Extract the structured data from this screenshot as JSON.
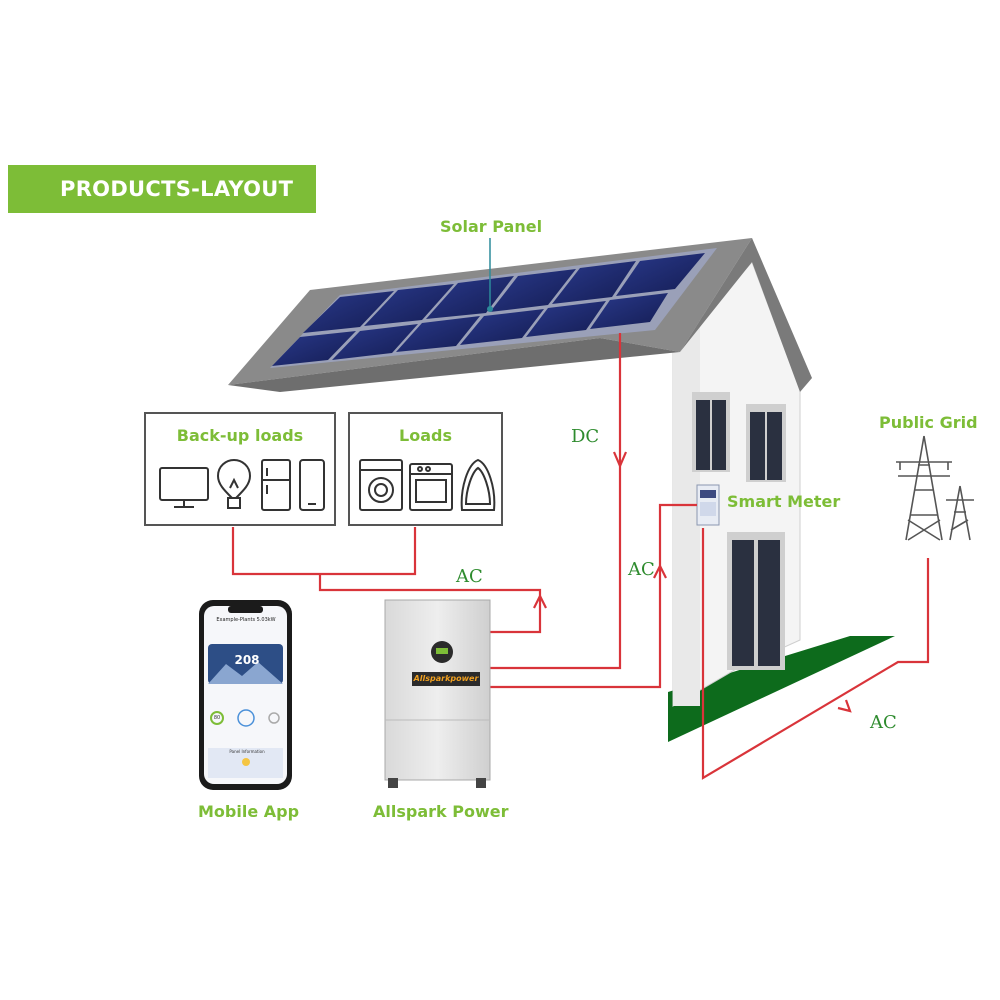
{
  "banner": {
    "title": "PRODUCTS-LAYOUT"
  },
  "labels": {
    "solar_panel": "Solar Panel",
    "public_grid": "Public Grid",
    "smart_meter": "Smart Meter",
    "mobile_app": "Mobile App",
    "allspark_power": "Allspark Power"
  },
  "boxes": {
    "backup": {
      "title": "Back-up loads",
      "icons": [
        "monitor-icon",
        "lightbulb-icon",
        "refrigerator-icon",
        "smartphone-icon"
      ]
    },
    "loads": {
      "title": "Loads",
      "icons": [
        "washing-machine-icon",
        "oven-icon",
        "iron-icon"
      ]
    }
  },
  "flows": {
    "dc": "DC",
    "ac_top": "AC",
    "ac_meter": "AC",
    "ac_grid": "AC"
  },
  "inverter": {
    "brand": "Allsparkpower"
  },
  "phone": {
    "header": "Example-Plants 5.03kW",
    "value": "208",
    "ring_value": "80",
    "panel_info": "Panel Information"
  },
  "colors": {
    "accent": "#7dbd37",
    "wire": "#d9343a",
    "flow_text": "#2e8b2e",
    "solar": "#1f2a6b"
  }
}
